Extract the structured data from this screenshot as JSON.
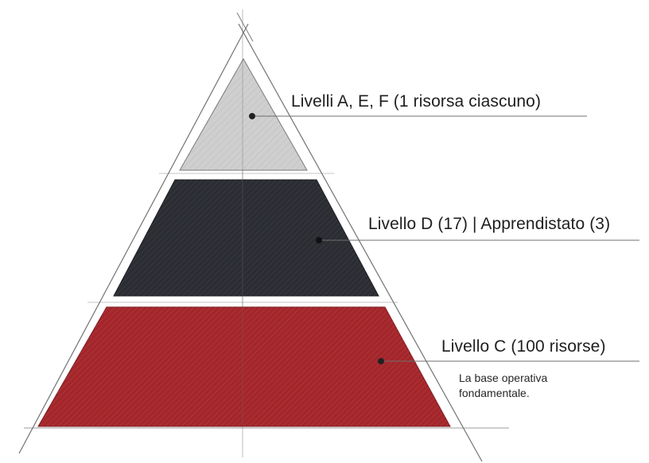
{
  "tiers": [
    {
      "label": "Livelli A, E, F (1 risorsa ciascuno)",
      "color": "#cfcfcf"
    },
    {
      "label": "Livello D (17) | Apprendistato (3)",
      "color": "#2b2d33"
    },
    {
      "label": "Livello C (100 risorse)",
      "description": "La base operativa fondamentale.",
      "color": "#a3262b"
    }
  ],
  "colors": {
    "pencil_line": "#5a5a5a",
    "leader_line": "#6f6f6f",
    "dot": "#222222",
    "background": "#ffffff"
  }
}
